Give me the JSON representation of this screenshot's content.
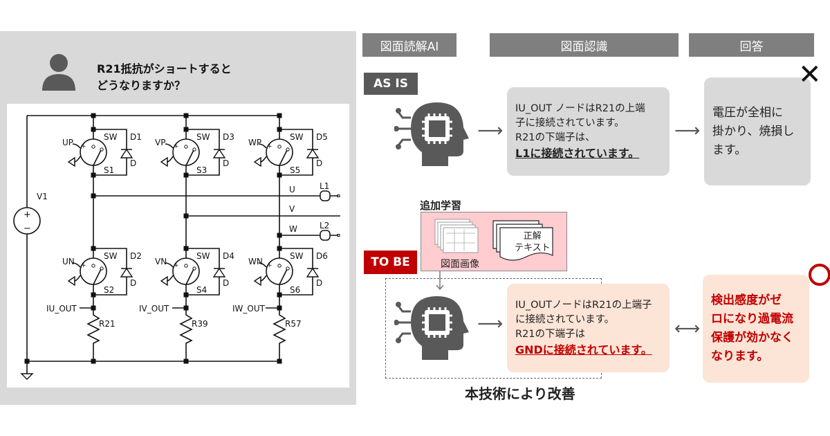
{
  "question": {
    "line1": "R21抵抗がショートすると",
    "line2": "どうなりますか？"
  },
  "schematic": {
    "source": "V1",
    "columns": [
      {
        "top_gate": "UP",
        "top_switch": "S1",
        "top_diode": "D1",
        "bottom_gate": "UN",
        "bottom_switch": "S2",
        "bottom_diode": "D2",
        "current_node": "IU_OUT",
        "resistor": "R21"
      },
      {
        "top_gate": "VP",
        "top_switch": "S3",
        "top_diode": "D3",
        "bottom_gate": "VN",
        "bottom_switch": "S4",
        "bottom_diode": "D4",
        "current_node": "IV_OUT",
        "resistor": "R39"
      },
      {
        "top_gate": "WP",
        "top_switch": "S5",
        "top_diode": "D5",
        "bottom_gate": "WN",
        "bottom_switch": "S6",
        "bottom_diode": "D6",
        "current_node": "IW_OUT",
        "resistor": "R57"
      }
    ],
    "switch_label": "SW",
    "diode_pin": "D",
    "plus": "+",
    "minus": "−",
    "phases": [
      "U",
      "V",
      "W"
    ],
    "inductors": [
      "L1",
      "L2"
    ]
  },
  "headers": [
    "図面読解AI",
    "図面認識",
    "回答"
  ],
  "as_is": {
    "badge": "AS IS",
    "recognition": [
      "IU_OUT ノードはR21の上端",
      "子に接続されています。",
      "R21の下端子は、"
    ],
    "recognition_em": "L1に接続されています。",
    "answer": [
      "電圧が全相に",
      "掛かり、焼損し",
      "ます。"
    ],
    "mark": "✕"
  },
  "training": {
    "title": "追加学習",
    "image_label": "図面画像",
    "text_label1": "正解",
    "text_label2": "テキスト"
  },
  "to_be": {
    "badge": "TO BE",
    "recognition": [
      "IU_OUTノードはR21の上端子",
      "に接続されています。",
      "R21の下端子は"
    ],
    "recognition_em": "GNDに接続されています。",
    "answer": [
      "検出感度がゼ",
      "ロになり過電流",
      "保護が効かなく",
      "なります。"
    ]
  },
  "caption": "本技術により改善",
  "colors": {
    "header": "#7f7f7f",
    "as_is": "#595959",
    "to_be": "#c00000",
    "gray_box": "#d9d9d9",
    "peach_box": "#fce4d6",
    "pink": "#ffccd0"
  }
}
